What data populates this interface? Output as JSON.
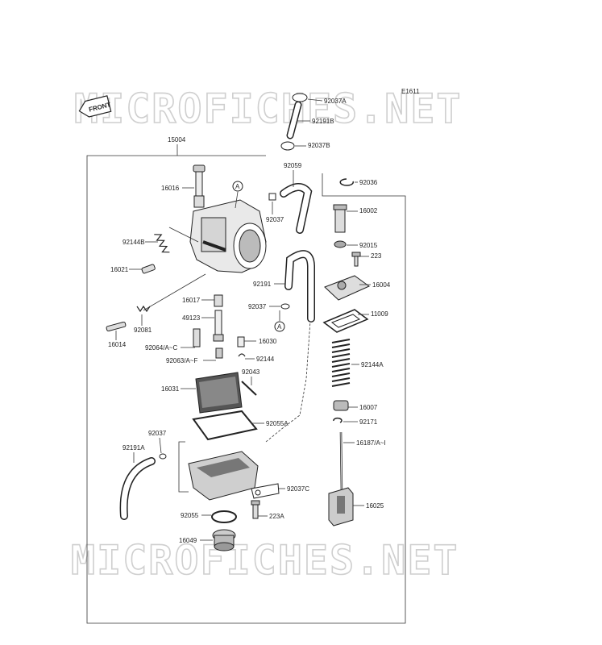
{
  "diagram": {
    "code": "E1611",
    "front_label": "FRONT",
    "watermark": "MICROFICHES.NET",
    "ref_a": "A"
  },
  "parts": {
    "p92037A": "92037A",
    "p92191B": "92191B",
    "p92037B": "92037B",
    "p15004": "15004",
    "p92059": "92059",
    "p92036": "92036",
    "p16016": "16016",
    "p92037": "92037",
    "p16002": "16002",
    "p92015": "92015",
    "p223": "223",
    "p92144B": "92144B",
    "p16021": "16021",
    "p92191": "92191",
    "p16004": "16004",
    "p16017": "16017",
    "p92037c": "92037",
    "p11009": "11009",
    "p49123": "49123",
    "p92081": "92081",
    "p16014": "16014",
    "p92064": "92064/A~C",
    "p16030": "16030",
    "p92063": "92063/A~F",
    "p92144": "92144",
    "p92144A": "92144A",
    "p92043": "92043",
    "p16031": "16031",
    "p16007": "16007",
    "p92171": "92171",
    "p92055A": "92055A",
    "p92037d": "92037",
    "p16187": "16187/A~I",
    "p92191A": "92191A",
    "p92037C": "92037C",
    "p16025": "16025",
    "p223A": "223A",
    "p92055": "92055",
    "p16049": "16049"
  }
}
